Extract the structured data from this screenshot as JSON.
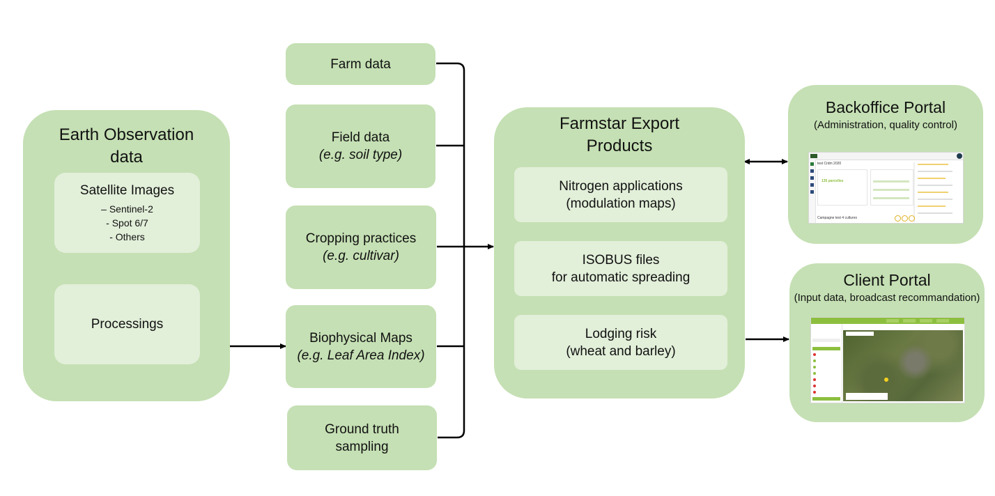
{
  "eo": {
    "title_line1": "Earth Observation",
    "title_line2": "data",
    "satellite": {
      "title": "Satellite Images",
      "items": [
        "– Sentinel-2",
        "- Spot 6/7",
        "- Others"
      ]
    },
    "processing": "Processings"
  },
  "sources": [
    {
      "label": "Farm data",
      "example": ""
    },
    {
      "label": "Field data",
      "example": "(e.g. soil type)"
    },
    {
      "label": "Cropping practices",
      "example": "(e.g. cultivar)"
    },
    {
      "label": "Biophysical Maps",
      "example": "(e.g. Leaf Area Index)"
    },
    {
      "label": "Ground truth",
      "example": "sampling"
    }
  ],
  "export": {
    "title_line1": "Farmstar Export",
    "title_line2": "Products",
    "products": [
      {
        "line1": "Nitrogen applications",
        "line2": "(modulation maps)"
      },
      {
        "line1": "ISOBUS files",
        "line2": "for automatic spreading"
      },
      {
        "line1": "Lodging risk",
        "line2": "(wheat and barley)"
      }
    ]
  },
  "backoffice": {
    "title": "Backoffice Portal",
    "subtitle": "(Administration, quality control)",
    "screenshot": {
      "heading": "test Crdm 2020",
      "count": "135 parcelles",
      "footer": "Campagne test 4 cultures"
    }
  },
  "client": {
    "title": "Client Portal",
    "subtitle": "(Input data, broadcast recommandation)"
  },
  "colors": {
    "outer": "#c5e0b4",
    "inner": "#e2efd9",
    "brand_green": "#8dbf3f",
    "arrow": "#000000"
  }
}
